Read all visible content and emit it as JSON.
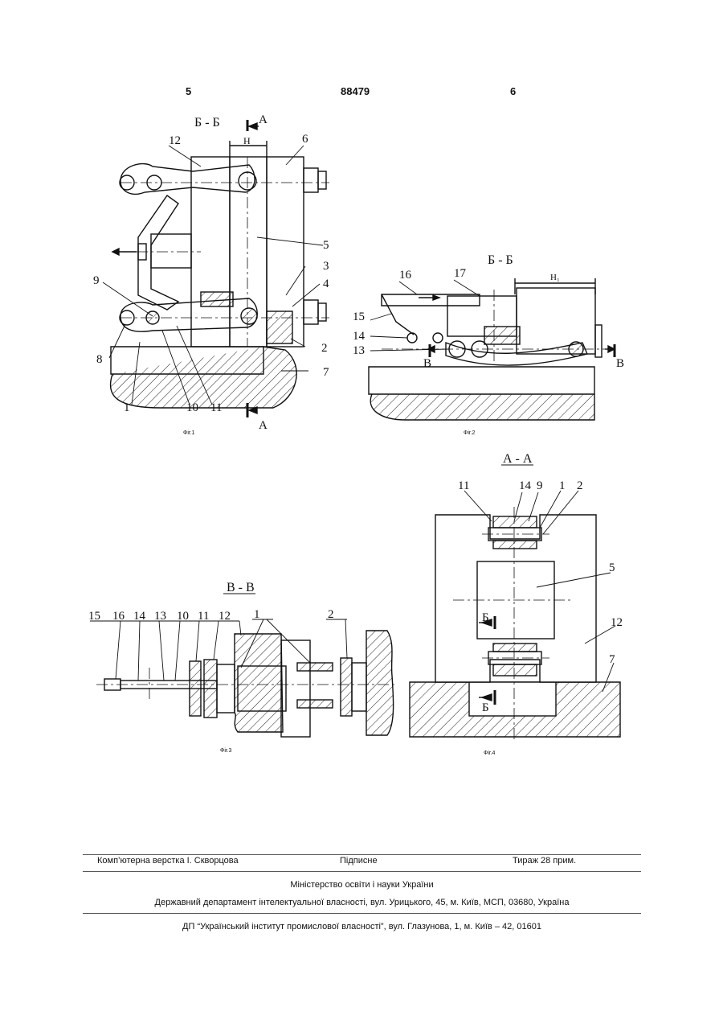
{
  "header": {
    "page_left": "5",
    "patent_number": "88479",
    "page_right": "6"
  },
  "figures": {
    "fig1": {
      "caption": "Фіг.1",
      "section_title": "Б - Б",
      "arrow_labels": [
        "А",
        "А"
      ],
      "dim_label": "Н",
      "parts": [
        "12",
        "6",
        "5",
        "3",
        "4",
        "9",
        "8",
        "1",
        "10",
        "11",
        "2",
        "7"
      ]
    },
    "fig2": {
      "caption": "Фіг.2",
      "section_title": "Б - Б",
      "dim_label": "Н₁",
      "arrow_labels": [
        "В",
        "В"
      ],
      "parts": [
        "16",
        "17",
        "15",
        "14",
        "13"
      ]
    },
    "fig3": {
      "caption": "Фіг.3",
      "section_title": "В - В",
      "parts": [
        "15",
        "16",
        "14",
        "13",
        "10",
        "11",
        "12",
        "1",
        "2"
      ]
    },
    "fig4": {
      "caption": "Фіг.4",
      "section_title": "А - А",
      "arrow_labels": [
        "Б",
        "Б"
      ],
      "parts": [
        "11",
        "14",
        "9",
        "1",
        "2",
        "5",
        "12",
        "7"
      ]
    }
  },
  "footer": {
    "layout": "Комп’ютерна верстка І. Скворцова",
    "signed": "Підписне",
    "circulation": "Тираж 28 прим.",
    "ministry": "Міністерство освіти і науки України",
    "department": "Державний департамент інтелектуальної власності, вул. Урицького, 45, м. Київ, МСП, 03680, Україна",
    "institute": "ДП “Український інститут промислової власності”, вул. Глазунова, 1, м. Київ – 42, 01601"
  }
}
